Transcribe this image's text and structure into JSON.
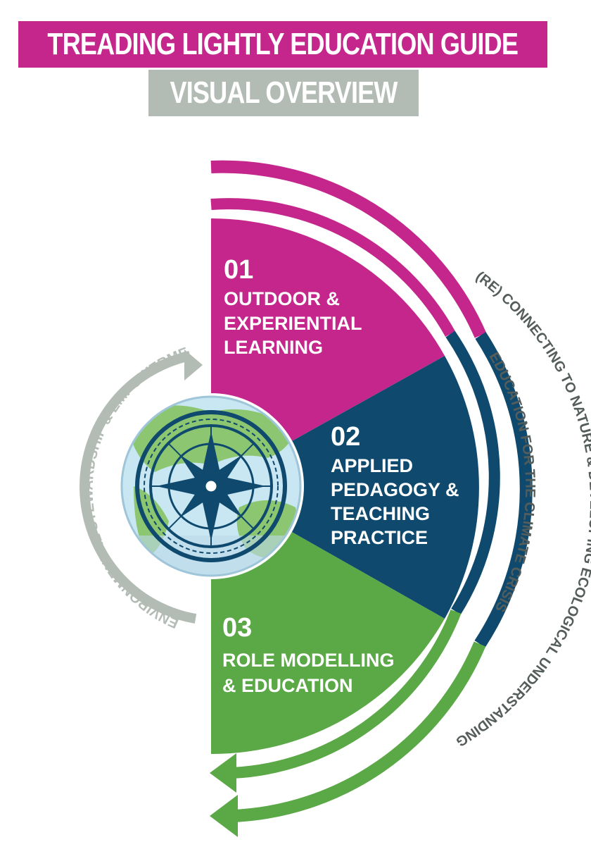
{
  "title": "TREADING LIGHTLY EDUCATION GUIDE",
  "subtitle": "VISUAL OVERVIEW",
  "segments": [
    {
      "number": "01",
      "lines": [
        "OUTDOOR &",
        "EXPERIENTIAL",
        "LEARNING"
      ]
    },
    {
      "number": "02",
      "lines": [
        "APPLIED",
        "PEDAGOGY &",
        "TEACHING",
        "PRACTICE"
      ]
    },
    {
      "number": "03",
      "lines": [
        "ROLE MODELLING",
        "& EDUCATION"
      ]
    }
  ],
  "arcs": {
    "outer": "(RE) CONNECTING TO NATURE & DEVELOPING ECOLOGICAL UNDERSTANDING",
    "inner": "EDUCATION FOR THE CLIMATE CRISIS",
    "left": "ENVIRONMENTAL STEWARDSHIP & EMPOWERMENT"
  },
  "colors": {
    "magenta": "#c4268c",
    "navy": "#0f4a6e",
    "green": "#5aa846",
    "grey": "#b3bbb5",
    "arc_text": "#555d5b",
    "globe_ocean": "#c9e6f3",
    "globe_land": "#8cc670"
  },
  "icons": {
    "center": "compass-rose-icon",
    "globe": "globe-icon"
  }
}
